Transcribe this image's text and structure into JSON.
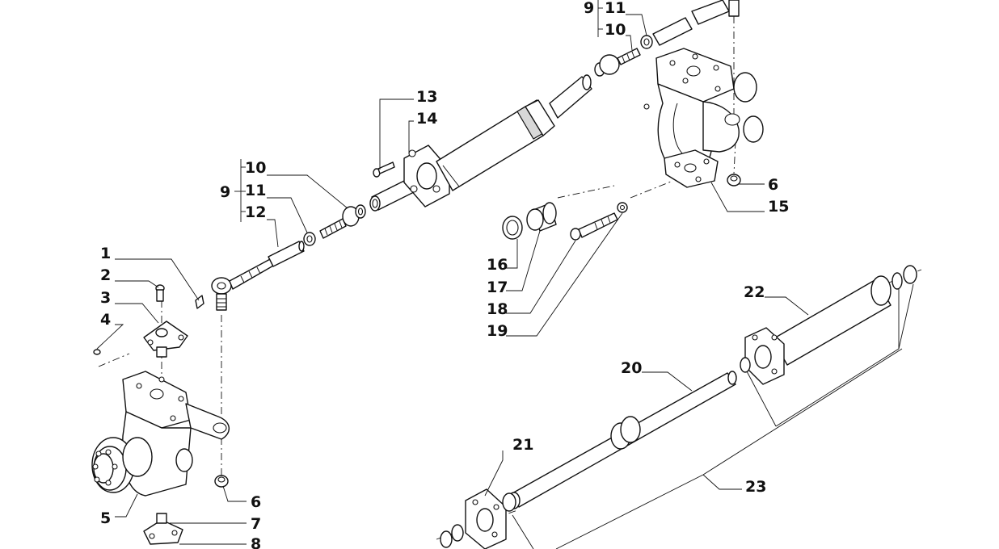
{
  "diagram": {
    "title": "",
    "labels": {
      "l1": "1",
      "l2": "2",
      "l3": "3",
      "l4": "4",
      "l5": "5",
      "l6a": "6",
      "l6b": "6",
      "l7": "7",
      "l8": "8",
      "l9a": "9",
      "l9b": "9",
      "l10a": "10",
      "l10b": "10",
      "l11a": "11",
      "l11b": "11",
      "l12": "12",
      "l13": "13",
      "l14": "14",
      "l15": "15",
      "l16": "16",
      "l17": "17",
      "l18": "18",
      "l19": "19",
      "l20": "20",
      "l21": "21",
      "l22": "22",
      "l23": "23"
    }
  }
}
